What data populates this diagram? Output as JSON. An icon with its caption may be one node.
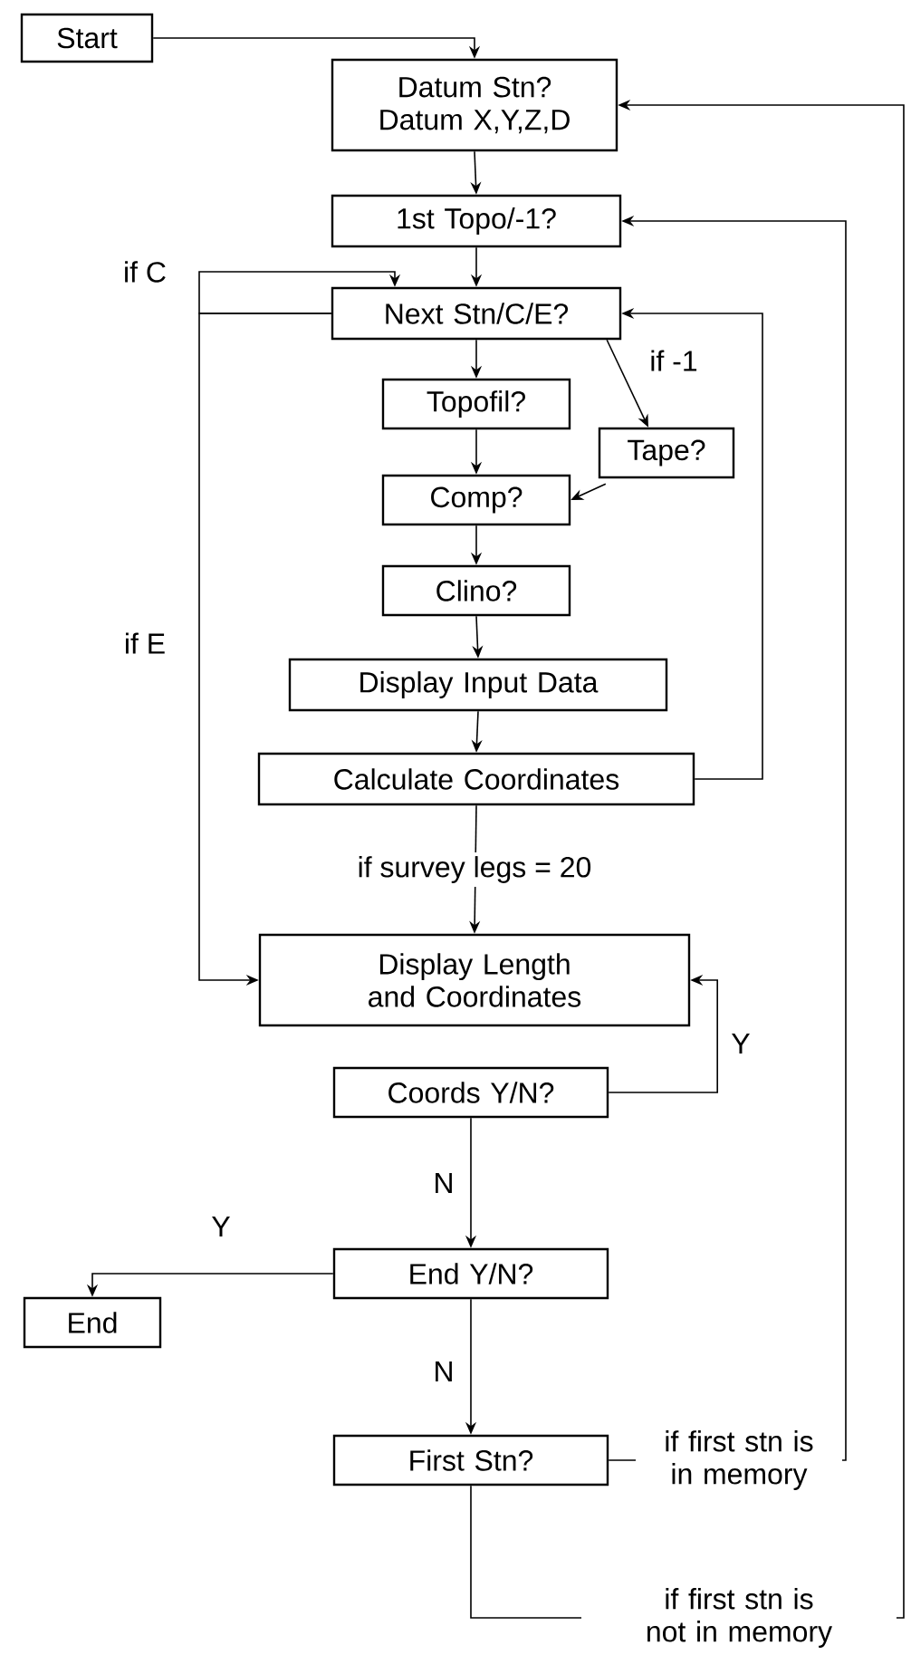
{
  "diagram": {
    "nodes": [
      {
        "text": [
          "Start"
        ]
      },
      {
        "text": [
          "Datum Stn?",
          "Datum X,Y,Z,D"
        ]
      },
      {
        "text": [
          "1st Topo/-1?"
        ]
      },
      {
        "text": [
          "Next Stn/C/E?"
        ]
      },
      {
        "text": [
          "Topofil?"
        ]
      },
      {
        "text": [
          "Tape?"
        ]
      },
      {
        "text": [
          "Comp?"
        ]
      },
      {
        "text": [
          "Clino?"
        ]
      },
      {
        "text": [
          "Display Input Data"
        ]
      },
      {
        "text": [
          "Calculate Coordinates"
        ]
      },
      {
        "text": [
          "Display Length and Coordinates"
        ]
      },
      {
        "text": [
          "Coords Y/N?"
        ]
      },
      {
        "text": [
          "End Y/N?"
        ]
      },
      {
        "text": [
          "End"
        ]
      },
      {
        "text": [
          "First Stn?"
        ]
      }
    ],
    "edges": [
      {
        "from": 0,
        "to": 1,
        "arrow": "to"
      },
      {
        "from": 1,
        "to": 2,
        "arrow": "to"
      },
      {
        "from": 2,
        "to": 3,
        "arrow": "to"
      },
      {
        "from": 3,
        "to": 4,
        "arrow": "to"
      },
      {
        "from": 3,
        "to": 5,
        "arrow": "to",
        "label": "if -1"
      },
      {
        "from": 4,
        "to": 6,
        "arrow": "to"
      },
      {
        "from": 5,
        "to": 6,
        "arrow": "to"
      },
      {
        "from": 6,
        "to": 7,
        "arrow": "to"
      },
      {
        "from": 7,
        "to": 8,
        "arrow": "to"
      },
      {
        "from": 8,
        "to": 9,
        "arrow": "to"
      },
      {
        "from": 9,
        "to": 10,
        "arrow": "to",
        "label": "if survey legs = 20"
      },
      {
        "from": 9,
        "to": 3,
        "arrow": "to"
      },
      {
        "from": 3,
        "to": 3,
        "arrow": "to",
        "label": "if C"
      },
      {
        "from": 3,
        "to": 10,
        "arrow": "to",
        "label": "if E"
      },
      {
        "from": 11,
        "to": 10,
        "arrow": "to",
        "label": "Y"
      },
      {
        "from": 11,
        "to": 12,
        "arrow": "to",
        "label": "N"
      },
      {
        "from": 12,
        "to": 13,
        "arrow": "to",
        "label": "Y"
      },
      {
        "from": 12,
        "to": 14,
        "arrow": "to",
        "label": "N"
      },
      {
        "from": 14,
        "to": 2,
        "arrow": "to",
        "label": "if first stn is in memory"
      },
      {
        "from": 14,
        "to": 1,
        "arrow": "to",
        "label": "if first stn is not in memory"
      }
    ]
  }
}
